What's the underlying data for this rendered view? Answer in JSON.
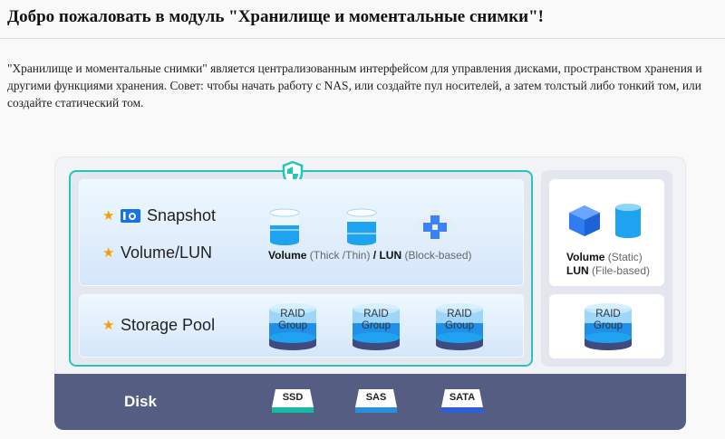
{
  "header": {
    "title": "Добро пожаловать в модуль \"Хранилище и моментальные снимки\"!"
  },
  "description": "\"Хранилище и моментальные снимки\" является централизованным интерфейсом для управления дисками, пространством хранения и другими функциями хранения. Совет: чтобы начать работу с NAS, или создайте пул носителей, а затем толстый либо тонкий том, или создайте статический том.",
  "diagram": {
    "snapshot": "Snapshot",
    "volume_lun": "Volume/LUN",
    "storage_pool": "Storage Pool",
    "volume_bold": "Volume",
    "volume_type": " (Thick /Thin)",
    "lun_bold": " / LUN",
    "lun_type": " (Block-based)",
    "raid_line1": "RAID",
    "raid_line2": "Group",
    "static_volume": "Volume",
    "static_type": " (Static)",
    "file_lun": "LUN",
    "file_type": " (File-based)",
    "disk": "Disk",
    "disk_types": [
      "SSD",
      "SAS",
      "SATA"
    ]
  },
  "colors": {
    "accent": "#22c7b8",
    "disk_bar": "#565d82",
    "star": "#f5a000"
  }
}
